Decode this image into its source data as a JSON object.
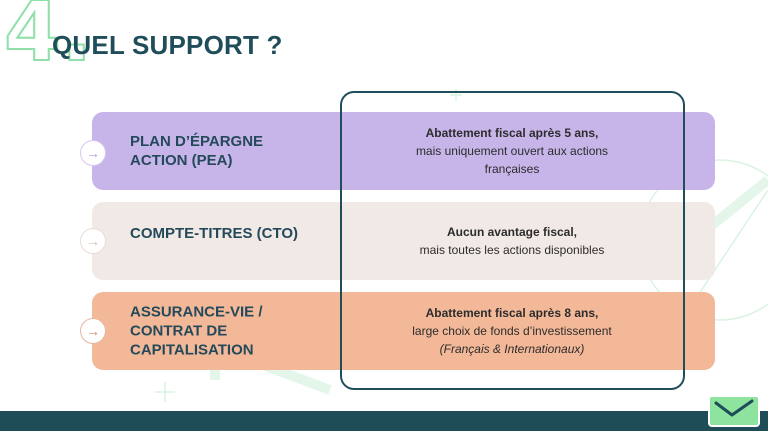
{
  "slide": {
    "number": "4.",
    "title": "QUEL SUPPORT ?"
  },
  "rows": [
    {
      "label": "PLAN D’ÉPARGNE ACTION (PEA)",
      "desc_bold": "Abattement fiscal après 5 ans,",
      "desc_lines": [
        "mais uniquement ouvert aux actions",
        "françaises"
      ],
      "color": "#c7b5ea"
    },
    {
      "label": "COMPTE-TITRES (CTO)",
      "desc_bold": "Aucun avantage fiscal,",
      "desc_lines": [
        "mais toutes les actions disponibles"
      ],
      "color": "#f1e9e5"
    },
    {
      "label": "ASSURANCE-VIE / CONTRAT DE CAPITALISATION",
      "desc_bold": "Abattement fiscal après 8 ans,",
      "desc_lines": [
        "large choix de fonds d’investissement"
      ],
      "desc_italic": "(Français & Internationaux)",
      "color": "#f3b898"
    }
  ],
  "icons": {
    "arrow": "→",
    "logo": "envelope-check-icon"
  },
  "colors": {
    "title": "#1f4e5a",
    "footer": "#1e4d57",
    "accent_green": "#8ee39e"
  }
}
